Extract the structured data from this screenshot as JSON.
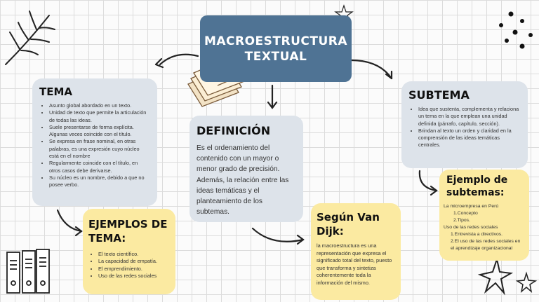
{
  "title": {
    "line1": "MACROESTRUCTURA",
    "line2": "TEXTUAL"
  },
  "tema": {
    "heading": "TEMA",
    "items": [
      "Asunto global abordado en un texto.",
      "Unidad de texto que permite la articulación de todas las ideas.",
      "Suele presentarse de forma explícita. Algunas veces coincide con el título.",
      "Se expresa en frase nominal, en otras palabras, es una expresión cuyo núcleo está en el nombre",
      "Regularmente coincide con el título, en otros casos debe derivarse.",
      "Su núcleo es un nombre, debido a que no posee verbo."
    ]
  },
  "definicion": {
    "heading": "DEFINICIÓN",
    "text": "Es el ordenamiento del contenido con un mayor o menor grado de precisión. Además, la relación entre las ideas temáticas y el planteamiento de los subtemas."
  },
  "subtema": {
    "heading": "SUBTEMA",
    "items": [
      "Idea que sustenta, complementa y relaciona un tema en la que emplean una unidad definida (párrafo, capítulo, sección).",
      "Brindan al texto un orden y claridad en la comprensión de las ideas temáticas centrales."
    ]
  },
  "ejemplos_tema": {
    "heading_line1": "EJEMPLOS DE",
    "heading_line2": "TEMA:",
    "items": [
      "El texto científico.",
      "La capacidad de empatía.",
      "El emprendimiento.",
      "Uso de las redes sociales"
    ]
  },
  "van_dijk": {
    "heading_line1": "Según Van",
    "heading_line2": "Dijk:",
    "text": "la macroestructura es una representación que expresa el significado total del texto, puesto que transforma y sintetiza coherentemente toda la información del mismo."
  },
  "ejemplo_subtemas": {
    "heading_line1": "Ejemplo de",
    "heading_line2": "subtemas:",
    "lines": [
      "La microempresa en Perú",
      "1.Concepto",
      "2.Tipos.",
      "Uso de las redes sociales",
      "1.Entrevista a directivos.",
      "2.El uso de las redes sociales en el aprendizaje organizacional"
    ]
  },
  "colors": {
    "title_bg": "#4f7394",
    "card_blue": "#dde3ea",
    "card_yellow": "#fbeaa1"
  }
}
